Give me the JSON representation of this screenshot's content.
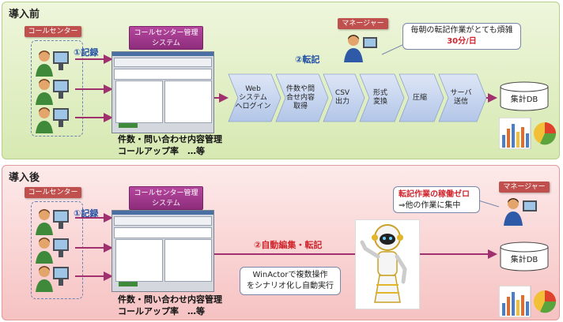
{
  "before": {
    "title": "導入前",
    "callcenter_tag": "コールセンター",
    "system_tag_line1": "コールセンター管理",
    "system_tag_line2": "システム",
    "record_label": "①記録",
    "transfer_label": "②転記",
    "manager_tag": "マネージャー",
    "bubble_line1": "毎朝の転記作業がとても煩雑",
    "bubble_line2": "30分/日",
    "steps": [
      "Web\nシステム\nへログイン",
      "件数や問\n合せ内容\n取得",
      "CSV\n出力",
      "形式\n変換",
      "圧縮",
      "サーバ\n送信"
    ],
    "db_label": "集計DB",
    "caption_line1": "件数・問い合わせ内容管理",
    "caption_line2": "コールアップ率　…等"
  },
  "after": {
    "title": "導入後",
    "callcenter_tag": "コールセンター",
    "system_tag_line1": "コールセンター管理",
    "system_tag_line2": "システム",
    "record_label": "①記録",
    "auto_label": "②自動編集・転記",
    "manager_tag": "マネージャー",
    "bubble_line1": "転記作業の稼働ゼロ",
    "bubble_line2": "⇒他の作業に集中",
    "winactor_line1": "WinActorで複数操作",
    "winactor_line2": "をシナリオ化し自動実行",
    "db_label": "集計DB",
    "caption_line1": "件数・問い合わせ内容管理",
    "caption_line2": "コールアップ率　…等"
  },
  "colors": {
    "before_bg": "#d7e9b2",
    "after_bg": "#f6c2c2",
    "arrow": "#a0306e",
    "step_fill": "#c7d5ee",
    "tag_red": "#c0504d",
    "system_purple": "#9b3a8a"
  }
}
